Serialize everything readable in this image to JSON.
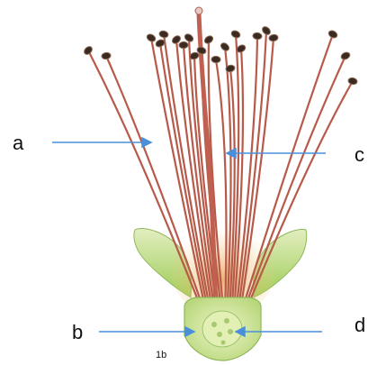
{
  "figure_id": "1b",
  "labels": [
    {
      "id": "a",
      "text": "a"
    },
    {
      "id": "b",
      "text": "b"
    },
    {
      "id": "c",
      "text": "c"
    },
    {
      "id": "d",
      "text": "d"
    }
  ],
  "colors": {
    "filament": "#b85a4a",
    "style": "#c06050",
    "anther": "#3a2a22",
    "sepal": "#b9d98a",
    "ovary": "#d6e8a2",
    "arrow": "#4a90d9",
    "label": "#111111"
  }
}
